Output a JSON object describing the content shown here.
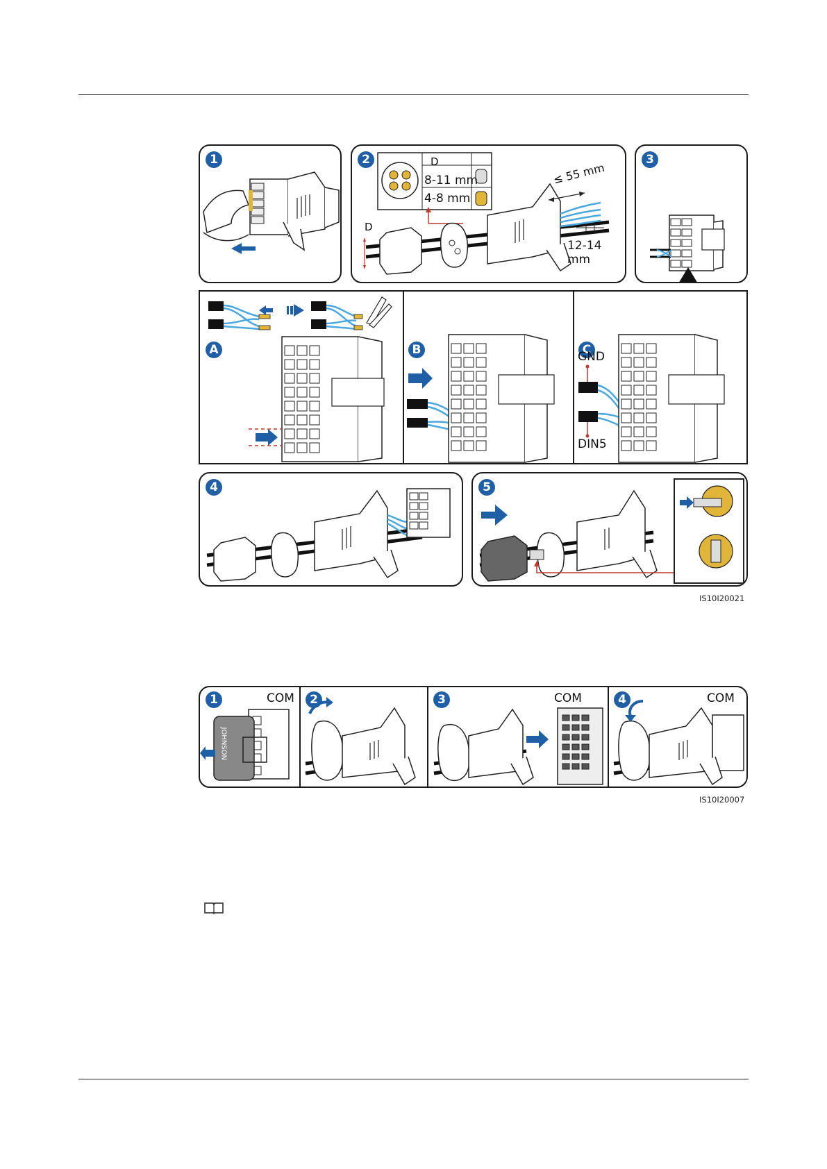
{
  "figure1": {
    "id": "IS10I20021",
    "steps": [
      "1",
      "2",
      "3",
      "4",
      "5"
    ],
    "substeps": [
      "A",
      "B",
      "C"
    ],
    "table": {
      "header": "D",
      "rows": [
        "8-11 mm",
        "4-8 mm"
      ]
    },
    "dims": {
      "d": "D",
      "len55": "≤ 55 mm",
      "strip": "12-14 mm"
    },
    "wires": {
      "gnd": "GND",
      "din5": "DIN5"
    }
  },
  "figure2": {
    "id": "IS10I20007",
    "steps": [
      "1",
      "2",
      "3",
      "4"
    ],
    "port": "COM",
    "cap_text": "JOHNSON"
  },
  "colors": {
    "step_badge": "#1f5fa6",
    "wire": "#4aa8e0",
    "arrow": "#1f5fa6",
    "leader": "#c0392b",
    "seal": "#e0b53a"
  },
  "icons": {
    "note": "book-icon"
  }
}
